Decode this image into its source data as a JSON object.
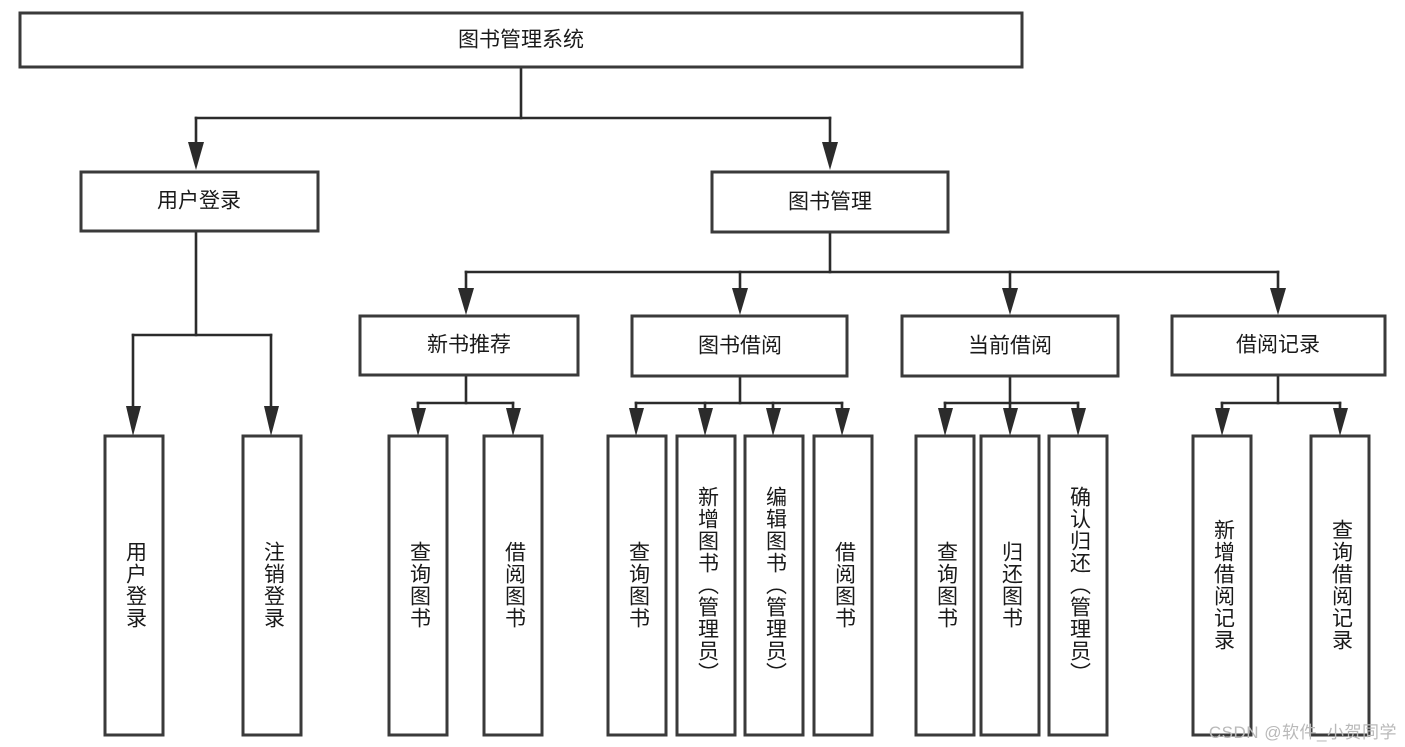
{
  "diagram": {
    "title": "图书管理系统",
    "type": "hierarchy-tree",
    "orientation": "top-down",
    "colors": {
      "box_stroke": "#3a3a3a",
      "box_fill": "#ffffff",
      "edge": "#2b2b2b",
      "text": "#1a1a1a",
      "watermark": "#b9b9b9",
      "background": "#ffffff"
    },
    "root": {
      "label": "图书管理系统"
    },
    "level2": [
      {
        "label": "用户登录"
      },
      {
        "label": "图书管理"
      }
    ],
    "level3": [
      {
        "label": "新书推荐"
      },
      {
        "label": "图书借阅"
      },
      {
        "label": "当前借阅"
      },
      {
        "label": "借阅记录"
      }
    ],
    "leaves": {
      "user_login": [
        {
          "label": "用户登录"
        },
        {
          "label": "注销登录"
        }
      ],
      "new_book_recommend": [
        {
          "label": "查询图书"
        },
        {
          "label": "借阅图书"
        }
      ],
      "book_borrow": [
        {
          "label": "查询图书"
        },
        {
          "label": "新增图书（管理员）"
        },
        {
          "label": "编辑图书（管理员）"
        },
        {
          "label": "借阅图书"
        }
      ],
      "current_borrow": [
        {
          "label": "查询图书"
        },
        {
          "label": "归还图书"
        },
        {
          "label": "确认归还（管理员）"
        }
      ],
      "borrow_record": [
        {
          "label": "新增借阅记录"
        },
        {
          "label": "查询借阅记录"
        }
      ]
    }
  },
  "watermark": {
    "text": "CSDN @软件_小贺同学"
  }
}
